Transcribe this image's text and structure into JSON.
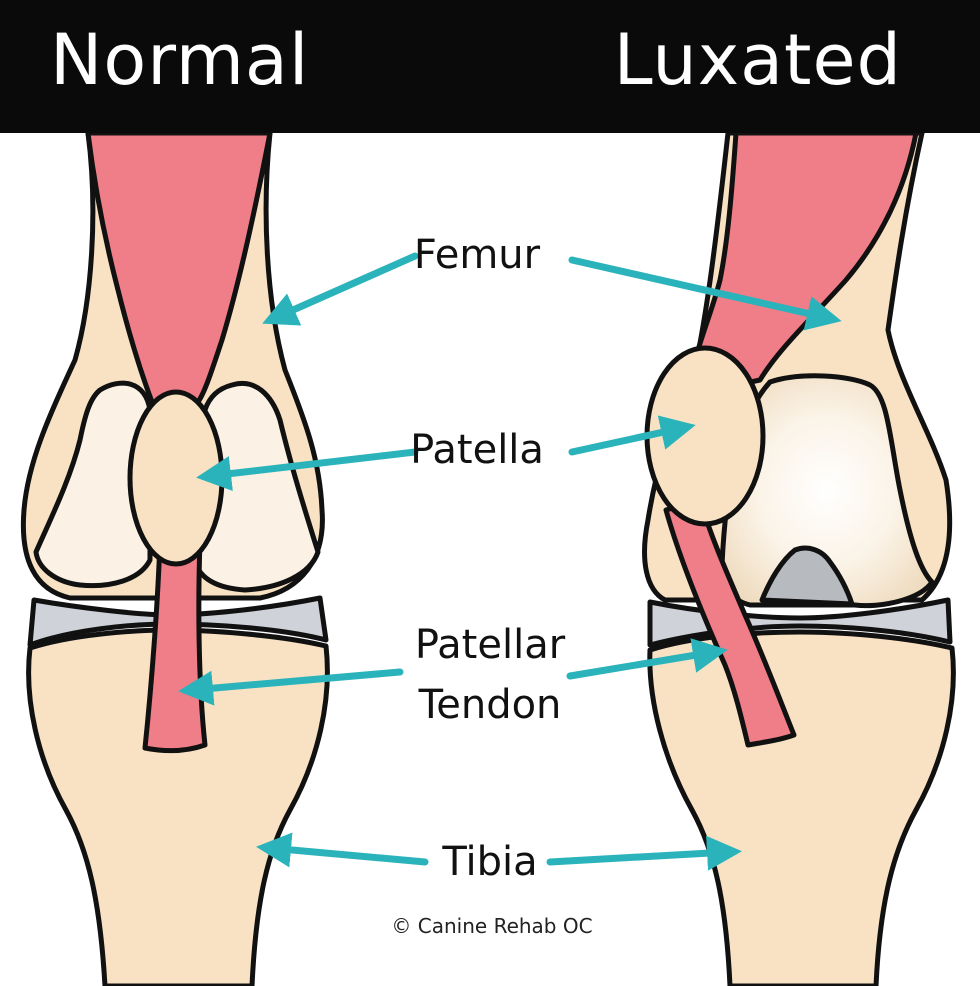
{
  "header": {
    "left_title": "Normal",
    "right_title": "Luxated"
  },
  "labels": {
    "femur": "Femur",
    "patella": "Patella",
    "patellar_line1": "Patellar",
    "patellar_line2": "Tendon",
    "tibia": "Tibia"
  },
  "credit": "© Canine Rehab OC",
  "colors": {
    "banner": "#0a0a0a",
    "bone": "#f8e2c3",
    "cartilage": "#fbf1e4",
    "meniscus": "#cfd2d8",
    "tendon": "#ef7e88",
    "arrow": "#2bb3bb",
    "outline": "#111111"
  }
}
